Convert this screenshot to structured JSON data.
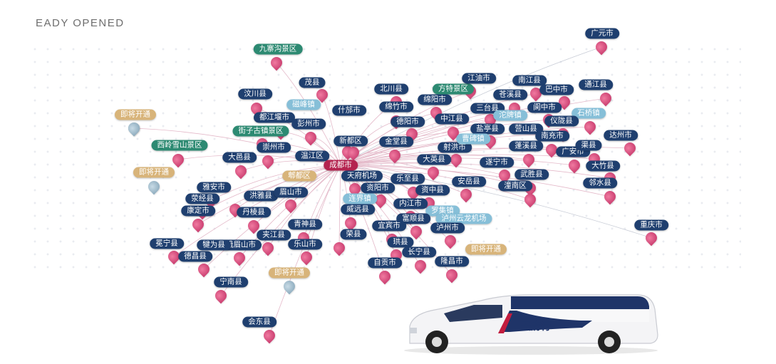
{
  "header": {
    "text": "EADY OPENED"
  },
  "colors": {
    "navy": "#1f3f6f",
    "teal": "#2d8a72",
    "light_blue": "#86bfd8",
    "tan": "#d8b47a",
    "hub": "#b4234f",
    "pin_red": "#c02e63",
    "pin_gray": "#7fa0b4"
  },
  "nodes": [
    {
      "label": "广元市",
      "style": "navy"
    },
    {
      "label": "九寨沟景区",
      "style": "teal"
    },
    {
      "label": "茂县",
      "style": "navy"
    },
    {
      "label": "汶川县",
      "style": "navy"
    },
    {
      "label": "即将开通",
      "style": "tan"
    },
    {
      "label": "磁峰镇",
      "style": "light"
    },
    {
      "label": "都江堰市",
      "style": "navy"
    },
    {
      "label": "彭州市",
      "style": "navy"
    },
    {
      "label": "街子古镇景区",
      "style": "teal"
    },
    {
      "label": "西岭雪山景区",
      "style": "teal"
    },
    {
      "label": "崇州市",
      "style": "navy"
    },
    {
      "label": "大邑县",
      "style": "navy"
    },
    {
      "label": "温江区",
      "style": "navy"
    },
    {
      "label": "即将开通",
      "style": "tan"
    },
    {
      "label": "成都市",
      "style": "hub"
    },
    {
      "label": "新都区",
      "style": "navy"
    },
    {
      "label": "什邡市",
      "style": "navy"
    },
    {
      "label": "北川县",
      "style": "navy"
    },
    {
      "label": "方特景区",
      "style": "teal"
    },
    {
      "label": "绵竹市",
      "style": "navy"
    },
    {
      "label": "绵阳市",
      "style": "navy"
    },
    {
      "label": "德阳市",
      "style": "navy"
    },
    {
      "label": "金堂县",
      "style": "navy"
    },
    {
      "label": "江油市",
      "style": "navy"
    },
    {
      "label": "南江县",
      "style": "navy"
    },
    {
      "label": "巴中市",
      "style": "navy"
    },
    {
      "label": "通江县",
      "style": "navy"
    },
    {
      "label": "苍溪县",
      "style": "navy"
    },
    {
      "label": "三台县",
      "style": "navy"
    },
    {
      "label": "中江县",
      "style": "navy"
    },
    {
      "label": "阆中市",
      "style": "navy"
    },
    {
      "label": "沱牌镇",
      "style": "light"
    },
    {
      "label": "石桥镇",
      "style": "light"
    },
    {
      "label": "盐亭县",
      "style": "navy"
    },
    {
      "label": "仪陇县",
      "style": "navy"
    },
    {
      "label": "营山县",
      "style": "navy"
    },
    {
      "label": "南充市",
      "style": "navy"
    },
    {
      "label": "达州市",
      "style": "navy"
    },
    {
      "label": "广安市",
      "style": "navy"
    },
    {
      "label": "渠县",
      "style": "navy"
    },
    {
      "label": "大竹县",
      "style": "navy"
    },
    {
      "label": "蓬溪县",
      "style": "navy"
    },
    {
      "label": "射洪市",
      "style": "navy"
    },
    {
      "label": "曹碑镇",
      "style": "light"
    },
    {
      "label": "大英县",
      "style": "navy"
    },
    {
      "label": "遂宁市",
      "style": "navy"
    },
    {
      "label": "武胜县",
      "style": "navy"
    },
    {
      "label": "邻水县",
      "style": "navy"
    },
    {
      "label": "潼南区",
      "style": "navy"
    },
    {
      "label": "郫都区",
      "style": "tan"
    },
    {
      "label": "天府机场",
      "style": "navy"
    },
    {
      "label": "乐至县",
      "style": "navy"
    },
    {
      "label": "资阳市",
      "style": "navy"
    },
    {
      "label": "安岳县",
      "style": "navy"
    },
    {
      "label": "资中县",
      "style": "navy"
    },
    {
      "label": "雅安市",
      "style": "navy"
    },
    {
      "label": "洪雅县",
      "style": "navy"
    },
    {
      "label": "眉山市",
      "style": "navy"
    },
    {
      "label": "荥经县",
      "style": "navy"
    },
    {
      "label": "康定市",
      "style": "navy"
    },
    {
      "label": "丹棱县",
      "style": "navy"
    },
    {
      "label": "连界镇",
      "style": "light"
    },
    {
      "label": "内江市",
      "style": "navy"
    },
    {
      "label": "威远县",
      "style": "navy"
    },
    {
      "label": "罗集镇",
      "style": "light"
    },
    {
      "label": "富顺县",
      "style": "navy"
    },
    {
      "label": "泸州云龙机场",
      "style": "light"
    },
    {
      "label": "青神县",
      "style": "navy"
    },
    {
      "label": "夹江县",
      "style": "navy"
    },
    {
      "label": "宜宾市",
      "style": "navy"
    },
    {
      "label": "泸州市",
      "style": "navy"
    },
    {
      "label": "荣县",
      "style": "navy"
    },
    {
      "label": "冕宁县",
      "style": "navy"
    },
    {
      "label": "峨眉山市",
      "style": "navy"
    },
    {
      "label": "乐山市",
      "style": "navy"
    },
    {
      "label": "珙县",
      "style": "navy"
    },
    {
      "label": "长宁县",
      "style": "navy"
    },
    {
      "label": "即将开通",
      "style": "tan"
    },
    {
      "label": "德昌县",
      "style": "navy"
    },
    {
      "label": "犍为县",
      "style": "navy"
    },
    {
      "label": "隆昌市",
      "style": "navy"
    },
    {
      "label": "自贡市",
      "style": "navy"
    },
    {
      "label": "即将开通",
      "style": "tan"
    },
    {
      "label": "宁南县",
      "style": "navy"
    },
    {
      "label": "会东县",
      "style": "navy"
    },
    {
      "label": "重庆市",
      "style": "navy"
    }
  ],
  "van": {
    "brand": "天府行"
  }
}
